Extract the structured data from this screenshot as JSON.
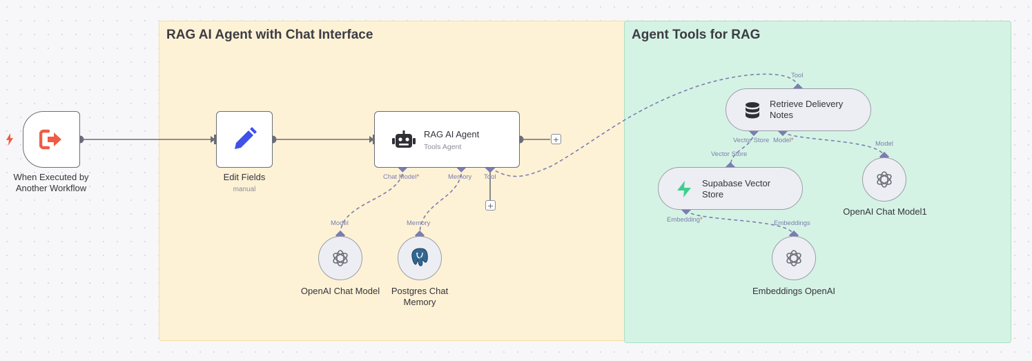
{
  "stickies": {
    "rag": {
      "title": "RAG AI Agent with Chat Interface"
    },
    "tools": {
      "title": "Agent Tools for RAG"
    }
  },
  "nodes": {
    "trigger": {
      "label_line1": "When Executed by",
      "label_line2": "Another Workflow",
      "icon": "exit-arrow-icon",
      "badge_icon": "lightning-icon"
    },
    "edit_fields": {
      "label": "Edit Fields",
      "sub": "manual",
      "icon": "pencil-icon"
    },
    "agent": {
      "title": "RAG AI Agent",
      "sub": "Tools Agent",
      "icon": "robot-icon",
      "ports": {
        "chat_model": "Chat Model",
        "memory": "Memory",
        "tool": "Tool"
      }
    },
    "openai_chat": {
      "label": "OpenAI Chat Model",
      "port": "Model",
      "icon": "openai-icon"
    },
    "postgres": {
      "label_line1": "Postgres Chat",
      "label_line2": "Memory",
      "port": "Memory",
      "icon": "postgres-icon"
    },
    "retrieve": {
      "title_line1": "Retrieve Delievery",
      "title_line2": "Notes",
      "port_top": "Tool",
      "port_vector": "Vector Store",
      "port_model": "Model",
      "icon": "database-icon"
    },
    "openai_chat1": {
      "label": "OpenAI Chat Model1",
      "port": "Model",
      "icon": "openai-icon"
    },
    "supabase": {
      "title_line1": "Supabase Vector",
      "title_line2": "Store",
      "port_top": "Vector Store",
      "port_embedding": "Embedding",
      "icon": "supabase-icon"
    },
    "embeddings": {
      "label": "Embeddings OpenAI",
      "port": "Embeddings",
      "icon": "openai-icon"
    }
  },
  "required_marker": "*",
  "add_symbol": "+",
  "colors": {
    "rag_sticky": "#fdf2d5",
    "tools_sticky": "#d5f3e4",
    "trigger_icon": "#ef5c45",
    "pencil": "#3f51e8",
    "supabase": "#3ecf8e",
    "wire": "#7b7db0"
  }
}
